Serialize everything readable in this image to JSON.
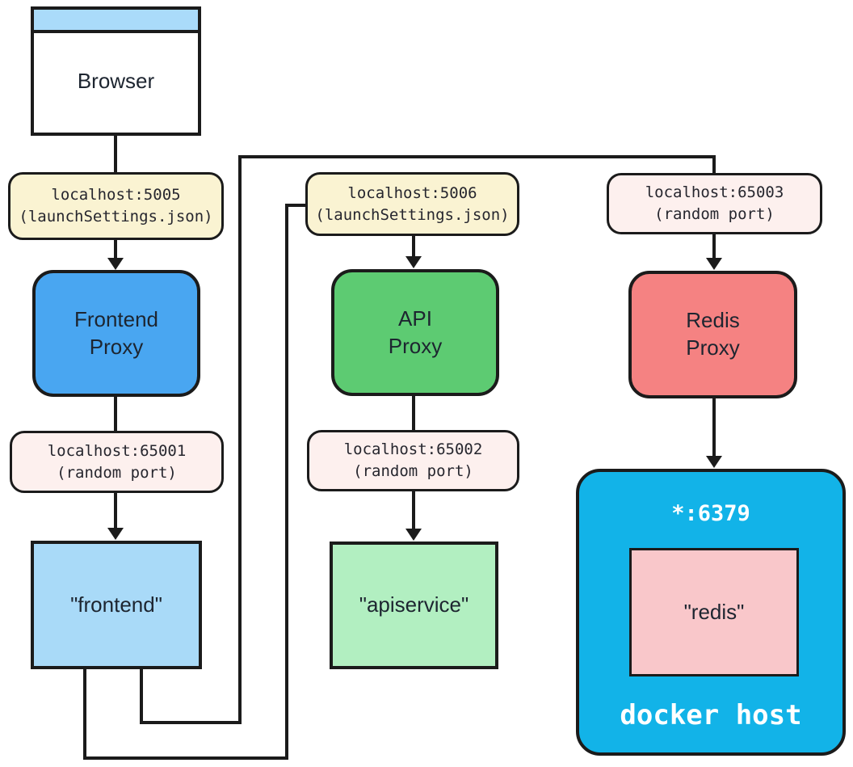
{
  "browser": {
    "label": "Browser"
  },
  "port_labels": {
    "l5005": {
      "line1": "localhost:5005",
      "line2": "(launchSettings.json)"
    },
    "l65001": {
      "line1": "localhost:65001",
      "line2": "(random port)"
    },
    "l5006": {
      "line1": "localhost:5006",
      "line2": "(launchSettings.json)"
    },
    "l65002": {
      "line1": "localhost:65002",
      "line2": "(random port)"
    },
    "l65003": {
      "line1": "localhost:65003",
      "line2": "(random port)"
    }
  },
  "proxies": {
    "frontend": {
      "line1": "Frontend",
      "line2": "Proxy"
    },
    "api": {
      "line1": "API",
      "line2": "Proxy"
    },
    "redis": {
      "line1": "Redis",
      "line2": "Proxy"
    }
  },
  "services": {
    "frontend": "\"frontend\"",
    "apiservice": "\"apiservice\"",
    "redis": "\"redis\""
  },
  "docker": {
    "port": "*:6379",
    "host_label": "docker host"
  },
  "colors": {
    "line": "#1b1b1b",
    "browser_titlebar_bg": "#aadbfa",
    "launch_label_bg": "#faf3d2",
    "random_label_bg": "#fdf0ee",
    "frontend_proxy_bg": "#49a6f1",
    "api_proxy_bg": "#5dcb72",
    "redis_proxy_bg": "#f58282",
    "frontend_service_bg": "#a9daf8",
    "apiservice_bg": "#b2efc1",
    "docker_host_bg": "#12b3e8",
    "redis_service_bg": "#f9c7ca"
  }
}
